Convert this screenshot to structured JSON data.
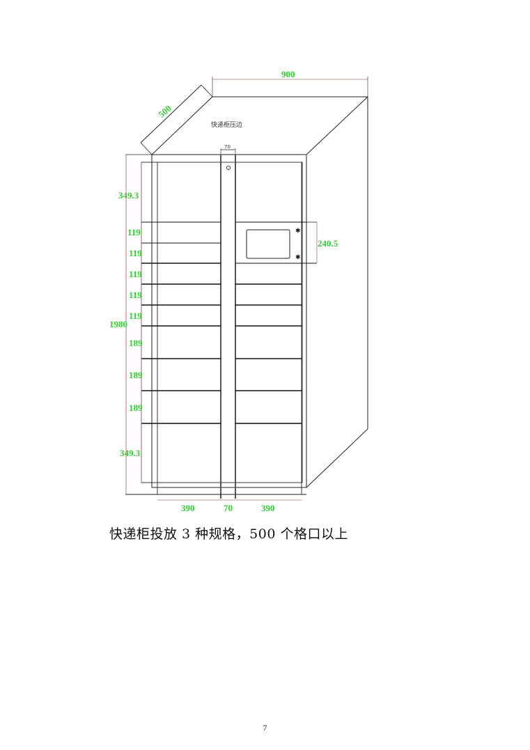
{
  "figure": {
    "title_note": "快递柜压边",
    "colors": {
      "outline": "#222222",
      "dimension_text": "#33cc33",
      "dimension_line": "#b07070"
    },
    "dimensions": {
      "depth": "500",
      "width": "900",
      "center_strip_top": "70",
      "total_height": "1980",
      "screen_panel_height": "240.5",
      "left_rows": [
        "349.3",
        "119",
        "119",
        "119",
        "119",
        "119",
        "189",
        "189",
        "189",
        "349.3"
      ],
      "bottom": {
        "left_column": "390",
        "center_strip": "70",
        "right_column": "390"
      }
    },
    "components": {
      "screen": "display-screen",
      "lock": "lock-hole",
      "buttons": 2
    }
  },
  "caption": "快递柜投放 3 种规格，500 个格口以上",
  "page_number": "7"
}
